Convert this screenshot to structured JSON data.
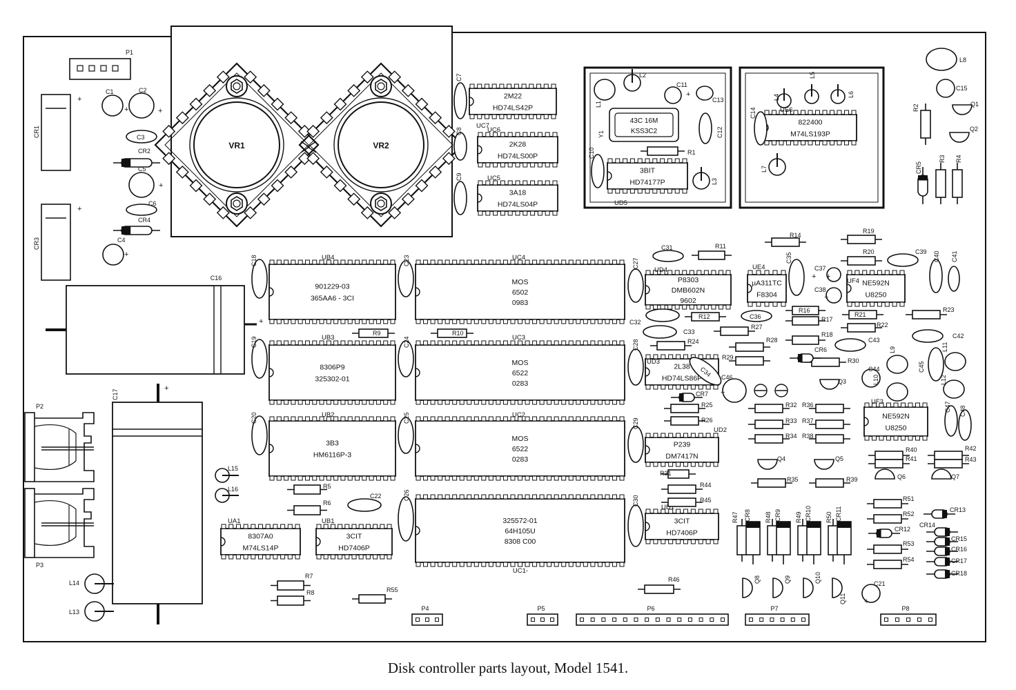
{
  "caption": "Disk controller parts layout, Model 1541.",
  "regulators": [
    {
      "ref": "VR1"
    },
    {
      "ref": "VR2"
    }
  ],
  "chips": [
    {
      "ref": "UB4",
      "lines": [
        "901229-03",
        "365AA6 - 3CI"
      ]
    },
    {
      "ref": "UC4",
      "lines": [
        "MOS",
        "6502",
        "0983"
      ]
    },
    {
      "ref": "UB3",
      "lines": [
        "8306P9",
        "325302-01"
      ]
    },
    {
      "ref": "UC3",
      "lines": [
        "MOS",
        "6522",
        "0283"
      ]
    },
    {
      "ref": "UB2",
      "lines": [
        "3B3",
        "HM6116P-3"
      ]
    },
    {
      "ref": "UC2",
      "lines": [
        "MOS",
        "6522",
        "0283"
      ]
    },
    {
      "ref": "UC1-",
      "lines": [
        "325572-01",
        "64H105U",
        "8308 C00"
      ]
    },
    {
      "ref": "UA1",
      "lines": [
        "8307A0",
        "M74LS14P"
      ]
    },
    {
      "ref": "UB1",
      "lines": [
        "3CIT",
        "HD7406P"
      ]
    },
    {
      "ref": "UC7",
      "lines": [
        "2M22",
        "HD74LS42P"
      ]
    },
    {
      "ref": "UC6",
      "lines": [
        "2K28",
        "HD74LS00P"
      ]
    },
    {
      "ref": "UC5",
      "lines": [
        "3A18",
        "HD74LS04P"
      ]
    },
    {
      "ref": "UD5",
      "lines": [
        "3BIT",
        "HD74177P"
      ]
    },
    {
      "ref": "UE6",
      "lines": [
        "822400",
        "M74LS193P"
      ]
    },
    {
      "ref": "UD4",
      "lines": [
        "P8303",
        "DMB602N",
        "9602"
      ]
    },
    {
      "ref": "UE4",
      "lines": [
        "µA311TC",
        "F8304"
      ]
    },
    {
      "ref": "UF4",
      "lines": [
        "NE592N",
        "U8250"
      ]
    },
    {
      "ref": "UD3",
      "lines": [
        "2L38",
        "HD74LS86P"
      ]
    },
    {
      "ref": "UF3",
      "lines": [
        "NE592N",
        "U8250"
      ]
    },
    {
      "ref": "UD2",
      "lines": [
        "P239",
        "DM7417N"
      ]
    },
    {
      "ref": "UD1",
      "lines": [
        "3CIT",
        "HD7406P"
      ]
    }
  ],
  "crystal": {
    "ref": "Y1",
    "lines": [
      "43C 16M",
      "KSS3C2"
    ]
  },
  "big_caps": [
    {
      "ref": "C16"
    },
    {
      "ref": "C17"
    }
  ],
  "connectors": [
    {
      "ref": "P1"
    },
    {
      "ref": "P2"
    },
    {
      "ref": "P3"
    },
    {
      "ref": "P4"
    },
    {
      "ref": "P5"
    },
    {
      "ref": "P6"
    },
    {
      "ref": "P7"
    },
    {
      "ref": "P8"
    }
  ],
  "diodes": [
    {
      "ref": "CR1"
    },
    {
      "ref": "CR2"
    },
    {
      "ref": "CR3"
    },
    {
      "ref": "CR4"
    },
    {
      "ref": "CR5"
    },
    {
      "ref": "CR6"
    },
    {
      "ref": "CR7"
    },
    {
      "ref": "CR8"
    },
    {
      "ref": "CR9"
    },
    {
      "ref": "CR10"
    },
    {
      "ref": "CR11"
    },
    {
      "ref": "CR12"
    },
    {
      "ref": "CR13"
    },
    {
      "ref": "CR14"
    },
    {
      "ref": "CR15"
    },
    {
      "ref": "CR16"
    },
    {
      "ref": "CR17"
    },
    {
      "ref": "CR18"
    }
  ],
  "resistors": [
    {
      "ref": "R1"
    },
    {
      "ref": "R2"
    },
    {
      "ref": "R3"
    },
    {
      "ref": "R4"
    },
    {
      "ref": "R5"
    },
    {
      "ref": "R6"
    },
    {
      "ref": "R7"
    },
    {
      "ref": "R8"
    },
    {
      "ref": "R9"
    },
    {
      "ref": "R10"
    },
    {
      "ref": "R11"
    },
    {
      "ref": "R12"
    },
    {
      "ref": "R14"
    },
    {
      "ref": "R16"
    },
    {
      "ref": "R17"
    },
    {
      "ref": "R18"
    },
    {
      "ref": "R19"
    },
    {
      "ref": "R20"
    },
    {
      "ref": "R21"
    },
    {
      "ref": "R22"
    },
    {
      "ref": "R23"
    },
    {
      "ref": "R24"
    },
    {
      "ref": "R25"
    },
    {
      "ref": "R26"
    },
    {
      "ref": "R27"
    },
    {
      "ref": "R28"
    },
    {
      "ref": "R29"
    },
    {
      "ref": "R30"
    },
    {
      "ref": "R31"
    },
    {
      "ref": "R32"
    },
    {
      "ref": "R33"
    },
    {
      "ref": "R34"
    },
    {
      "ref": "R35"
    },
    {
      "ref": "R36"
    },
    {
      "ref": "R37"
    },
    {
      "ref": "R38"
    },
    {
      "ref": "R39"
    },
    {
      "ref": "R40"
    },
    {
      "ref": "R41"
    },
    {
      "ref": "R42"
    },
    {
      "ref": "R43"
    },
    {
      "ref": "R44"
    },
    {
      "ref": "R45"
    },
    {
      "ref": "R46"
    },
    {
      "ref": "R47"
    },
    {
      "ref": "R48"
    },
    {
      "ref": "R49"
    },
    {
      "ref": "R50"
    },
    {
      "ref": "R51"
    },
    {
      "ref": "R52"
    },
    {
      "ref": "R53"
    },
    {
      "ref": "R54"
    },
    {
      "ref": "R55"
    }
  ],
  "capacitors": [
    {
      "ref": "C1"
    },
    {
      "ref": "C2"
    },
    {
      "ref": "C3"
    },
    {
      "ref": "C4"
    },
    {
      "ref": "C5"
    },
    {
      "ref": "C6"
    },
    {
      "ref": "C7"
    },
    {
      "ref": "C8"
    },
    {
      "ref": "C9"
    },
    {
      "ref": "C10"
    },
    {
      "ref": "C11"
    },
    {
      "ref": "C12"
    },
    {
      "ref": "C13"
    },
    {
      "ref": "C14"
    },
    {
      "ref": "C15"
    },
    {
      "ref": "C18"
    },
    {
      "ref": "C19"
    },
    {
      "ref": "C20"
    },
    {
      "ref": "C21"
    },
    {
      "ref": "C22"
    },
    {
      "ref": "C23"
    },
    {
      "ref": "C24"
    },
    {
      "ref": "C25"
    },
    {
      "ref": "C26"
    },
    {
      "ref": "C27"
    },
    {
      "ref": "C28"
    },
    {
      "ref": "C29"
    },
    {
      "ref": "C30"
    },
    {
      "ref": "C31"
    },
    {
      "ref": "C32"
    },
    {
      "ref": "C33"
    },
    {
      "ref": "C34"
    },
    {
      "ref": "C35"
    },
    {
      "ref": "C36"
    },
    {
      "ref": "C37"
    },
    {
      "ref": "C38"
    },
    {
      "ref": "C39"
    },
    {
      "ref": "C40"
    },
    {
      "ref": "C41"
    },
    {
      "ref": "C42"
    },
    {
      "ref": "C43"
    },
    {
      "ref": "C44"
    },
    {
      "ref": "C45"
    },
    {
      "ref": "C46"
    },
    {
      "ref": "C47"
    },
    {
      "ref": "C48"
    }
  ],
  "transistors": [
    {
      "ref": "Q1"
    },
    {
      "ref": "Q2"
    },
    {
      "ref": "Q3"
    },
    {
      "ref": "Q4"
    },
    {
      "ref": "Q5"
    },
    {
      "ref": "Q6"
    },
    {
      "ref": "Q7"
    },
    {
      "ref": "Q8"
    },
    {
      "ref": "Q9"
    },
    {
      "ref": "Q10"
    },
    {
      "ref": "Q11"
    }
  ],
  "inductors": [
    {
      "ref": "L1"
    },
    {
      "ref": "L2"
    },
    {
      "ref": "L3"
    },
    {
      "ref": "L4"
    },
    {
      "ref": "L5"
    },
    {
      "ref": "L6"
    },
    {
      "ref": "L7"
    },
    {
      "ref": "L8"
    },
    {
      "ref": "L9"
    },
    {
      "ref": "L10"
    },
    {
      "ref": "L11"
    },
    {
      "ref": "L12"
    },
    {
      "ref": "L13"
    },
    {
      "ref": "L14"
    },
    {
      "ref": "L15"
    },
    {
      "ref": "L16"
    }
  ]
}
